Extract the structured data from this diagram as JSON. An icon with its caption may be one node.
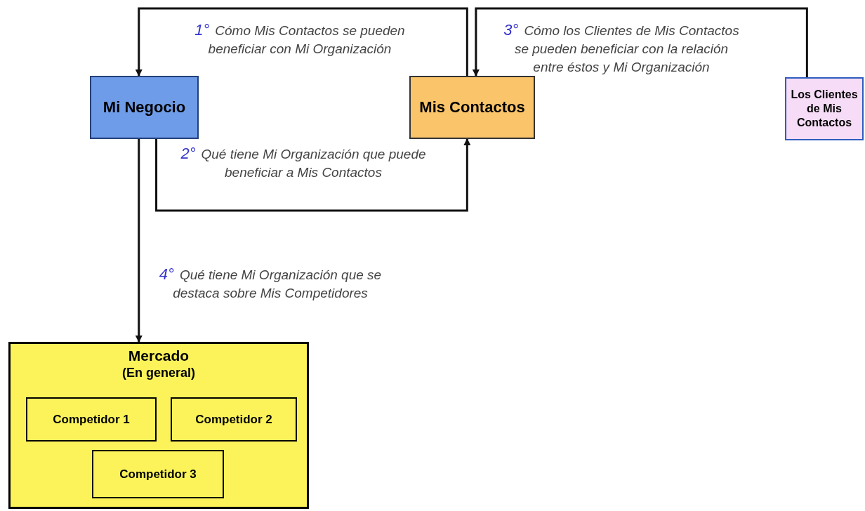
{
  "diagram": {
    "nodes": [
      {
        "text": [
          "Mi Negocio"
        ]
      },
      {
        "text": [
          "Mis Contactos"
        ]
      },
      {
        "text": [
          "Los Clientes de Mis Contactos"
        ]
      },
      {
        "text": [
          "Mercado",
          "(En general)"
        ]
      },
      {
        "text": [
          "Competidor 1"
        ],
        "in": 3
      },
      {
        "text": [
          "Competidor 2"
        ],
        "in": 3
      },
      {
        "text": [
          "Competidor 3"
        ],
        "in": 3
      }
    ],
    "edges": [
      {
        "from": 1,
        "to": 0,
        "arrow": "to",
        "label": "1° Cómo Mis Contactos se pueden beneficiar con Mi Organización"
      },
      {
        "from": 0,
        "to": 1,
        "arrow": "to",
        "label": "2° Qué tiene Mi Organización que puede beneficiar a Mis Contactos"
      },
      {
        "from": 2,
        "to": 1,
        "arrow": "to",
        "label": "3° Cómo los Clientes de Mis Contactos se pueden beneficiar con la relación entre éstos y Mi Organización"
      },
      {
        "from": 0,
        "to": 3,
        "arrow": "to",
        "label": "4° Qué tiene Mi Organización que se destaca sobre Mis Competidores"
      }
    ]
  }
}
